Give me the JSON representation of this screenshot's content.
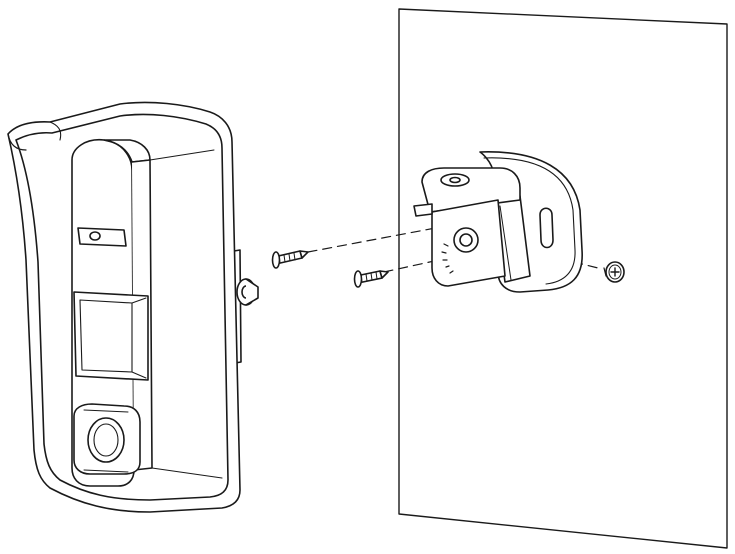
{
  "figure": {
    "type": "line-art installation diagram",
    "parts": [
      {
        "id": "detector",
        "icon": "motion-detector-with-hood"
      },
      {
        "id": "wall",
        "icon": "wall-panel"
      },
      {
        "id": "bracket",
        "icon": "swivel-mounting-bracket"
      },
      {
        "id": "screw-upper",
        "icon": "screw-icon"
      },
      {
        "id": "screw-lower",
        "icon": "screw-icon"
      },
      {
        "id": "screw-right",
        "icon": "screw-head-icon"
      }
    ],
    "colors": {
      "stroke": "#1a1a1a",
      "fill": "#ffffff",
      "shade": "#e8e8e8"
    }
  }
}
